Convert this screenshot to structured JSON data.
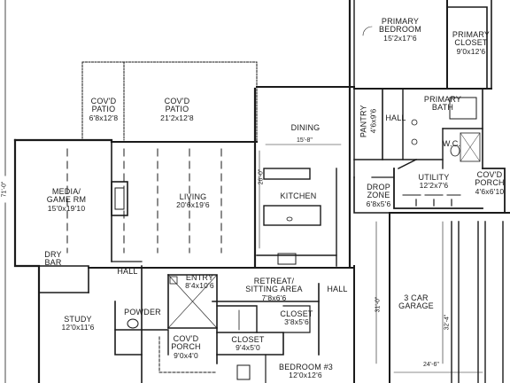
{
  "rooms": {
    "primary_bedroom": {
      "name_line1": "PRIMARY",
      "name_line2": "BEDROOM",
      "dims": "15'2x17'6"
    },
    "primary_closet": {
      "name_line1": "PRIMARY",
      "name_line2": "CLOSET",
      "dims": "9'0x12'6"
    },
    "covd_patio_small": {
      "name_line1": "COV'D",
      "name_line2": "PATIO",
      "dims": "6'8x12'8"
    },
    "covd_patio_large": {
      "name_line1": "COV'D",
      "name_line2": "PATIO",
      "dims": "21'2x12'8"
    },
    "pantry": {
      "name": "PANTRY",
      "dims": "4'6x9'6"
    },
    "hall_upper": {
      "name": "HALL"
    },
    "primary_bath": {
      "name_line1": "PRIMARY",
      "name_line2": "BATH"
    },
    "dining": {
      "name": "DINING"
    },
    "wc": {
      "name": "W.C."
    },
    "media": {
      "name_line1": "MEDIA/",
      "name_line2": "GAME RM",
      "dims": "15'0x19'10"
    },
    "living": {
      "name": "LIVING",
      "dims": "20'6x19'6"
    },
    "kitchen": {
      "name": "KITCHEN"
    },
    "drop_zone": {
      "name_line1": "DROP",
      "name_line2": "ZONE",
      "dims": "6'8x5'6"
    },
    "utility": {
      "name": "UTILITY",
      "dims": "12'2x7'6"
    },
    "covd_porch_right": {
      "name_line1": "COV'D",
      "name_line2": "PORCH",
      "dims": "4'6x6'10"
    },
    "dry_bar": {
      "name_line1": "DRY",
      "name_line2": "BAR"
    },
    "hall_left": {
      "name": "HALL"
    },
    "entry": {
      "name": "ENTRY",
      "dims": "8'4x10'6"
    },
    "retreat": {
      "name_line1": "RETREAT/",
      "name_line2": "SITTING AREA",
      "dims": "7'8x6'6"
    },
    "hall_right": {
      "name": "HALL"
    },
    "garage": {
      "name_line1": "3 CAR",
      "name_line2": "GARAGE"
    },
    "study": {
      "name": "STUDY",
      "dims": "12'0x11'6"
    },
    "powder": {
      "name": "POWDER"
    },
    "closet_right": {
      "name": "CLOSET",
      "dims": "3'8x5'6"
    },
    "covd_porch_front": {
      "name_line1": "COV'D",
      "name_line2": "PORCH",
      "dims": "9'0x4'0"
    },
    "closet_lower": {
      "name": "CLOSET",
      "dims": "9'4x5'0"
    },
    "bedroom3": {
      "name": "BEDROOM #3",
      "dims": "12'0x12'6"
    }
  },
  "dimensions": {
    "overall_depth": "71'-0\"",
    "dining_width": "15'-8\"",
    "kitchen_depth": "26'-0\"",
    "garage_depth_1": "31'-0\"",
    "garage_depth_2": "32'-4\"",
    "garage_width": "24'-6\""
  }
}
